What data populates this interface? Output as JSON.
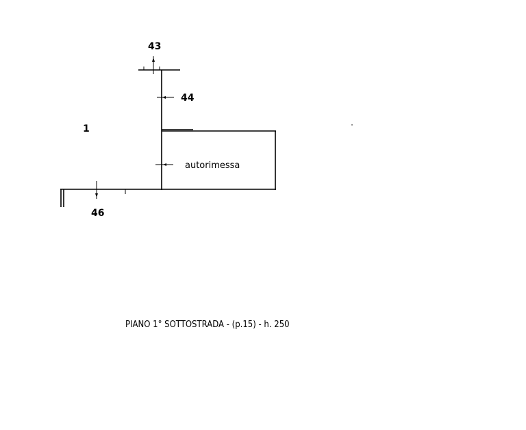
{
  "plan": {
    "title": "PIANO 1° SOTTOSTRADA - (p.15) - h. 250",
    "room_label": "autorimessa",
    "area_label": "1",
    "markers": [
      "43",
      "44",
      "46"
    ]
  }
}
